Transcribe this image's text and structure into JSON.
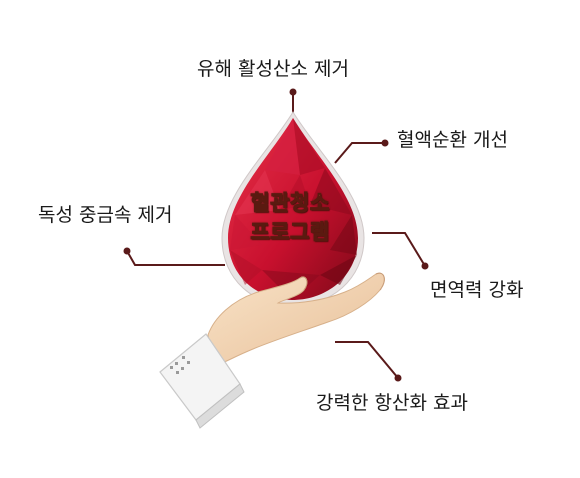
{
  "title": {
    "line1": "혈관청소",
    "line2": "프로그램"
  },
  "labels": {
    "top": "유해 활성산소 제거",
    "right_upper": "혈액순환 개선",
    "left": "독성 중금속 제거",
    "right_lower": "면역력 강화",
    "bottom": "강력한 항산화 효과"
  },
  "colors": {
    "drop_main": "#c8102e",
    "drop_dark": "#8b0a1e",
    "connector": "#5a1a1a",
    "title_text": "#fff27a",
    "skin": "#f3d6b6",
    "sleeve": "#f2f2f2"
  },
  "icons": {
    "drop": "blood-drop-icon",
    "hand": "open-hand-icon"
  }
}
